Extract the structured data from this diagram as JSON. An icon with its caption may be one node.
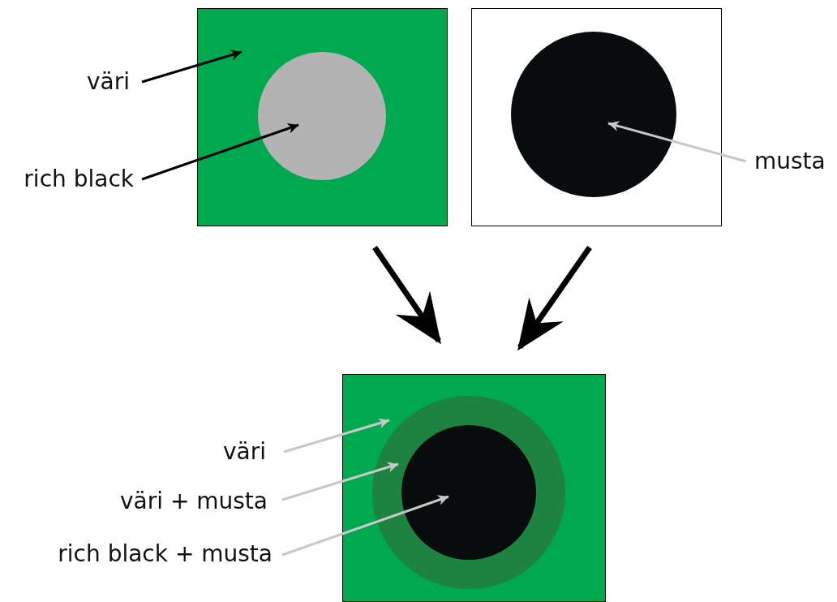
{
  "diagram": {
    "nodes": [
      {
        "text": [],
        "shape": "box"
      },
      {
        "text": [],
        "shape": "circle",
        "in": 0
      },
      {
        "text": [],
        "shape": "box"
      },
      {
        "text": [],
        "shape": "circle",
        "in": 2
      },
      {
        "text": [],
        "shape": "box"
      },
      {
        "text": [],
        "shape": "circle",
        "in": 4
      },
      {
        "text": [],
        "shape": "circle",
        "in": 5
      },
      {
        "text": [
          "väri"
        ]
      },
      {
        "text": [
          "rich black"
        ]
      },
      {
        "text": [
          "musta"
        ]
      },
      {
        "text": [
          "väri"
        ]
      },
      {
        "text": [
          "väri + musta"
        ]
      },
      {
        "text": [
          "rich black + musta"
        ]
      }
    ],
    "edges": [
      {
        "from": 7,
        "to": 0,
        "arrow": "to"
      },
      {
        "from": 8,
        "to": 1,
        "arrow": "to"
      },
      {
        "from": 9,
        "to": 3,
        "arrow": "to",
        "color": "#c8c8c8"
      },
      {
        "from": 10,
        "to": 4,
        "arrow": "to",
        "color": "#c8c8c8"
      },
      {
        "from": 11,
        "to": 5,
        "arrow": "to",
        "color": "#c8c8c8"
      },
      {
        "from": 12,
        "to": 6,
        "arrow": "to",
        "color": "#c8c8c8"
      },
      {
        "from": 0,
        "to": 4,
        "arrow": "to",
        "style": "thick"
      },
      {
        "from": 2,
        "to": 4,
        "arrow": "to",
        "style": "thick"
      }
    ]
  }
}
